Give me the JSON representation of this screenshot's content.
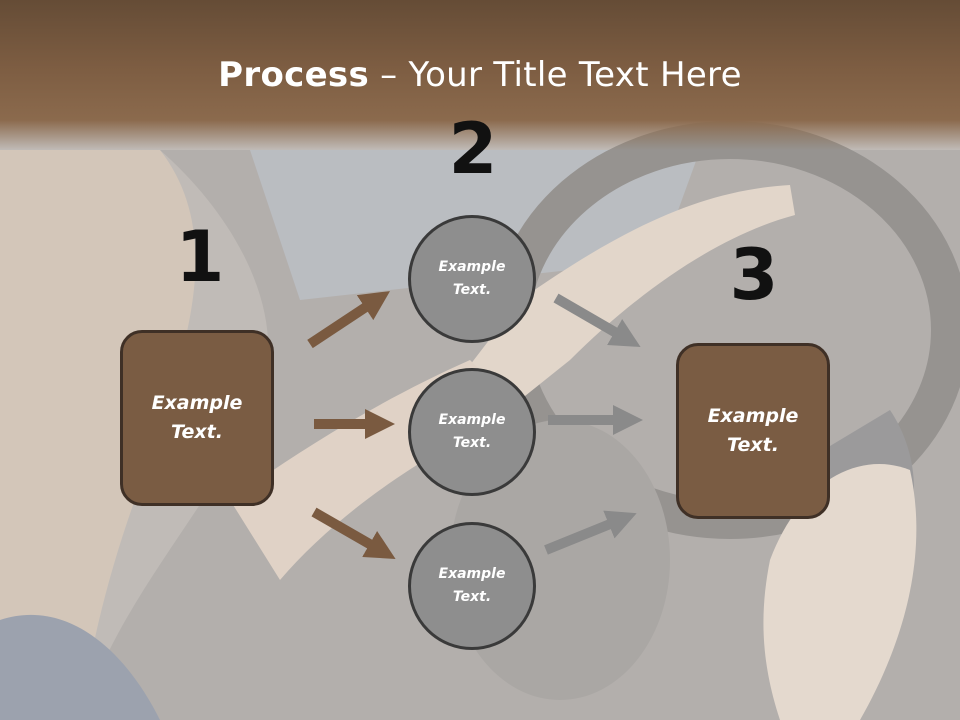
{
  "title": {
    "bold": "Process",
    "rest": " – Your Title Text Here"
  },
  "steps": {
    "step1": {
      "number": "1",
      "label": "Example Text."
    },
    "step2": {
      "number": "2"
    },
    "step3": {
      "number": "3",
      "label": "Example Text."
    }
  },
  "middle_items": [
    {
      "label": "Example Text."
    },
    {
      "label": "Example Text."
    },
    {
      "label": "Example Text."
    }
  ],
  "colors": {
    "header": "#765840",
    "box": "#7a5c43",
    "circle": "#8e8e8e",
    "arrow_brown": "#7a5a40",
    "arrow_gray": "#8a8a8a"
  },
  "background": {
    "icon": "photo-of-woman-driving-with-phone"
  }
}
